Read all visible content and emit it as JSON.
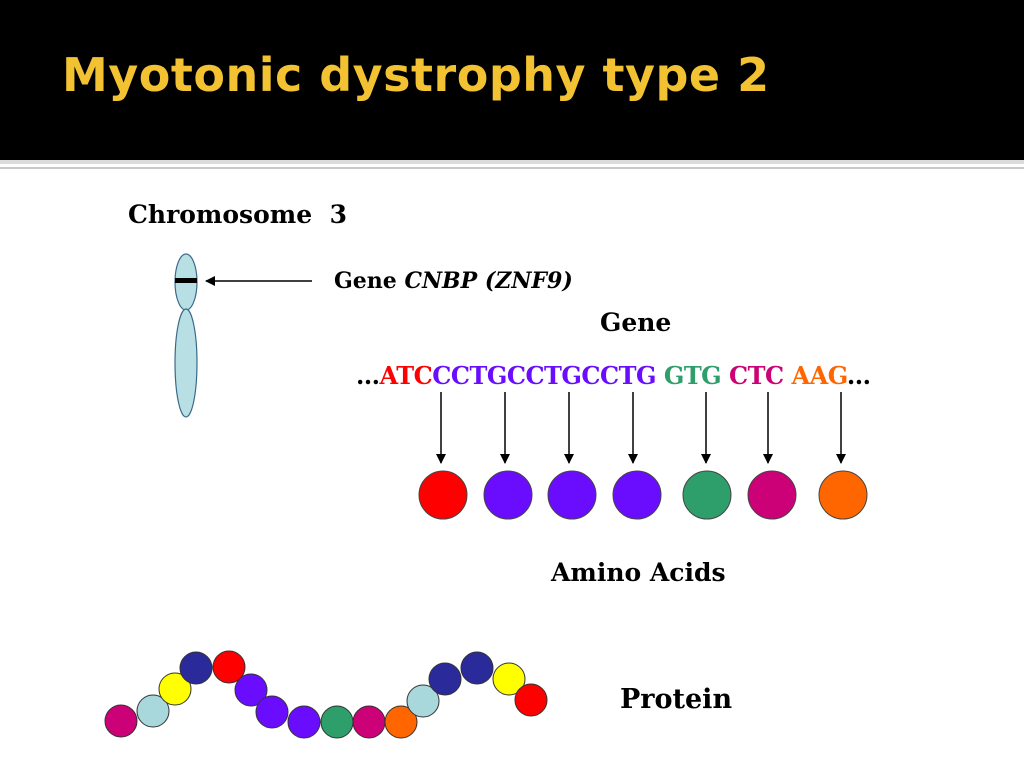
{
  "slide": {
    "title": "Myotonic dystrophy type 2"
  },
  "labels": {
    "chromosome": "Chromosome  3",
    "gene_prefix": "Gene ",
    "gene_symbol": "CNBP (ZNF9)",
    "gene_heading": "Gene",
    "amino_acids": "Amino Acids",
    "protein": "Protein"
  },
  "sequence": {
    "lead": "…",
    "trail": "...",
    "codons": [
      {
        "text": "ATC",
        "color": "#ff0000",
        "space_after": false
      },
      {
        "text": "CCTG",
        "color": "#6a0dff",
        "space_after": false
      },
      {
        "text": "CCTG",
        "color": "#6a0dff",
        "space_after": false
      },
      {
        "text": "CCTG",
        "color": "#6a0dff",
        "space_after": true
      },
      {
        "text": "GTG",
        "color": "#2e9f6a",
        "space_after": true
      },
      {
        "text": "CTC",
        "color": "#cc0077",
        "space_after": true
      },
      {
        "text": "AAG",
        "color": "#ff6600",
        "space_after": false
      }
    ]
  },
  "amino_acid_colors": [
    "#ff0000",
    "#6a0dff",
    "#6a0dff",
    "#6a0dff",
    "#2e9f6a",
    "#cc0077",
    "#ff6600"
  ],
  "protein_bead_colors": [
    "#cc0077",
    "#a8d8dc",
    "#ffff00",
    "#2a2a9a",
    "#ff0000",
    "#6a0dff",
    "#6a0dff",
    "#6a0dff",
    "#2e9f6a",
    "#cc0077",
    "#ff6600",
    "#a8d8dc",
    "#2a2a9a",
    "#2a2a9a",
    "#ffff00",
    "#ff0000"
  ],
  "colors": {
    "title": "#f2c232",
    "title_bar": "#000000",
    "chromosome_fill": "#b8e0e4"
  }
}
